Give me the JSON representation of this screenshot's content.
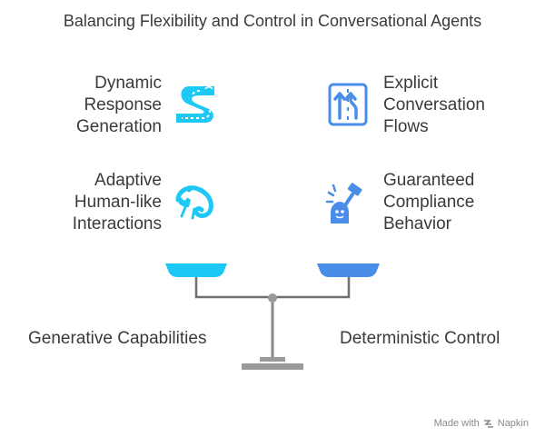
{
  "title": "Balancing Flexibility and Control in Conversational Agents",
  "left_items": [
    {
      "lines": [
        "Dynamic",
        "Response",
        "Generation"
      ],
      "icon": "winding-road-icon"
    },
    {
      "lines": [
        "Adaptive",
        "Human-like",
        "Interactions"
      ],
      "icon": "chameleon-icon"
    }
  ],
  "right_items": [
    {
      "lines": [
        "Explicit",
        "Conversation",
        "Flows"
      ],
      "icon": "traffic-lanes-icon"
    },
    {
      "lines": [
        "Guaranteed",
        "Compliance",
        "Behavior"
      ],
      "icon": "judge-gavel-icon"
    }
  ],
  "captions": {
    "left": "Generative Capabilities",
    "right": "Deterministic Control"
  },
  "colors": {
    "left_pan": "#1ec8f5",
    "right_pan": "#4a8de8",
    "beam": "#7a7a7a"
  },
  "footer": {
    "text": "Made with",
    "brand": "Napkin"
  }
}
